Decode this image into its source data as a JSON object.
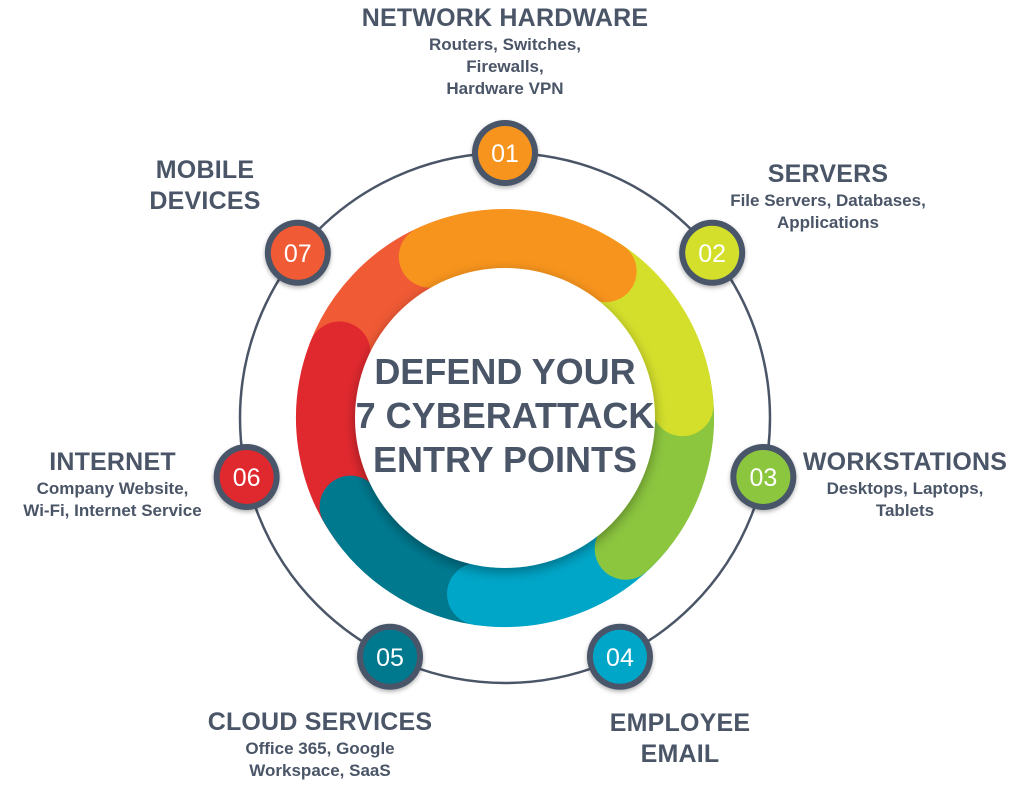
{
  "center": {
    "lines": [
      "DEFEND YOUR",
      "7 CYBERATTACK",
      "ENTRY POINTS"
    ]
  },
  "colors": {
    "text": "#4a5567",
    "ring_line": "#4a5567",
    "badge_border": "#4a5567"
  },
  "entry_points": [
    {
      "number": "01",
      "title_lines": [
        "NETWORK HARDWARE"
      ],
      "desc_lines": [
        "Routers, Switches,",
        "Firewalls,",
        "Hardware VPN"
      ],
      "color": "#f7941d"
    },
    {
      "number": "02",
      "title_lines": [
        "SERVERS"
      ],
      "desc_lines": [
        "File Servers, Databases,",
        "Applications"
      ],
      "color": "#d4df2c"
    },
    {
      "number": "03",
      "title_lines": [
        "WORKSTATIONS"
      ],
      "desc_lines": [
        "Desktops, Laptops,",
        "Tablets"
      ],
      "color": "#8cc63f"
    },
    {
      "number": "04",
      "title_lines": [
        "EMPLOYEE",
        "EMAIL"
      ],
      "desc_lines": [],
      "color": "#00a6c8"
    },
    {
      "number": "05",
      "title_lines": [
        "CLOUD SERVICES"
      ],
      "desc_lines": [
        "Office 365, Google",
        "Workspace, SaaS"
      ],
      "color": "#00798f"
    },
    {
      "number": "06",
      "title_lines": [
        "INTERNET"
      ],
      "desc_lines": [
        "Company Website,",
        "Wi-Fi, Internet Service"
      ],
      "color": "#e0292f"
    },
    {
      "number": "07",
      "title_lines": [
        "MOBILE",
        "DEVICES"
      ],
      "desc_lines": [],
      "color": "#f05a35"
    }
  ]
}
